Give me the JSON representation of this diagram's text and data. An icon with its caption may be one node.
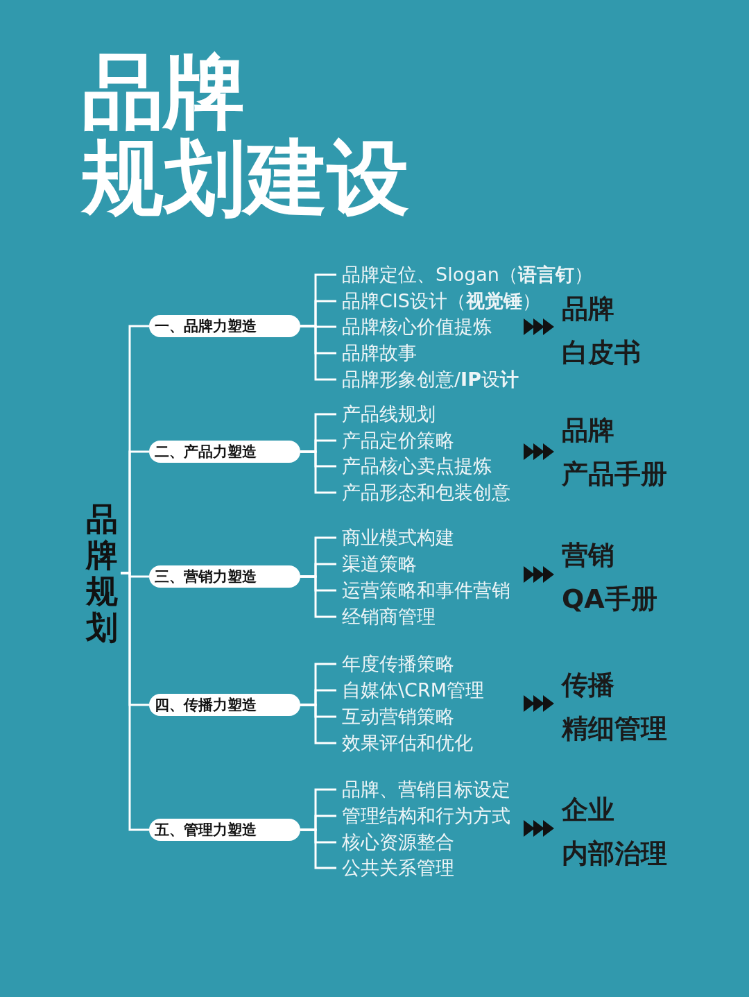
{
  "diagram": {
    "title": "品牌规划建设",
    "nodes": [
      {
        "text": [
          "品牌规划"
        ]
      },
      {
        "text": [
          "一、品牌力塑造"
        ]
      },
      {
        "text": [
          "品牌定位、Slogan（**语言钉**）"
        ]
      },
      {
        "text": [
          "品牌CIS设计（**视觉锤**）"
        ]
      },
      {
        "text": [
          "品牌核心价值提炼"
        ]
      },
      {
        "text": [
          "品牌故事"
        ]
      },
      {
        "text": [
          "品牌形象创意/**IP**设**计**"
        ]
      },
      {
        "text": [
          "品牌白皮书"
        ]
      },
      {
        "text": [
          "二、产品力塑造"
        ]
      },
      {
        "text": [
          "产品线规划"
        ]
      },
      {
        "text": [
          "产品定价策略"
        ]
      },
      {
        "text": [
          "产品核心卖点提炼"
        ]
      },
      {
        "text": [
          "产品形态和包装创意"
        ]
      },
      {
        "text": [
          "品牌产品手册"
        ]
      },
      {
        "text": [
          "三、营销力塑造"
        ]
      },
      {
        "text": [
          "商业模式构建"
        ]
      },
      {
        "text": [
          "渠道策略"
        ]
      },
      {
        "text": [
          "运营策略和事件营销"
        ]
      },
      {
        "text": [
          "经销商管理"
        ]
      },
      {
        "text": [
          "营销QA手册"
        ]
      },
      {
        "text": [
          "四、传播力塑造"
        ]
      },
      {
        "text": [
          "年度传播策略"
        ]
      },
      {
        "text": [
          "自媒体\\CRM管理"
        ]
      },
      {
        "text": [
          "互动营销策略"
        ]
      },
      {
        "text": [
          "效果评估和优化"
        ]
      },
      {
        "text": [
          "传播精细管理"
        ]
      },
      {
        "text": [
          "五、管理力塑造"
        ]
      },
      {
        "text": [
          "品牌、营销目标设定"
        ]
      },
      {
        "text": [
          "管理结构和行为方式"
        ]
      },
      {
        "text": [
          "核心资源整合"
        ]
      },
      {
        "text": [
          "公共关系管理"
        ]
      },
      {
        "text": [
          "企业内部治理"
        ]
      }
    ],
    "edges": [
      {
        "from": 0,
        "to": 1,
        "arrow": "none"
      },
      {
        "from": 0,
        "to": 8,
        "arrow": "none"
      },
      {
        "from": 0,
        "to": 14,
        "arrow": "none"
      },
      {
        "from": 0,
        "to": 20,
        "arrow": "none"
      },
      {
        "from": 0,
        "to": 26,
        "arrow": "none"
      },
      {
        "from": 1,
        "to": 2,
        "arrow": "none"
      },
      {
        "from": 1,
        "to": 3,
        "arrow": "none"
      },
      {
        "from": 1,
        "to": 4,
        "arrow": "none"
      },
      {
        "from": 1,
        "to": 5,
        "arrow": "none"
      },
      {
        "from": 1,
        "to": 6,
        "arrow": "none"
      },
      {
        "from": 8,
        "to": 9,
        "arrow": "none"
      },
      {
        "from": 8,
        "to": 10,
        "arrow": "none"
      },
      {
        "from": 8,
        "to": 11,
        "arrow": "none"
      },
      {
        "from": 8,
        "to": 12,
        "arrow": "none"
      },
      {
        "from": 14,
        "to": 15,
        "arrow": "none"
      },
      {
        "from": 14,
        "to": 16,
        "arrow": "none"
      },
      {
        "from": 14,
        "to": 17,
        "arrow": "none"
      },
      {
        "from": 14,
        "to": 18,
        "arrow": "none"
      },
      {
        "from": 20,
        "to": 21,
        "arrow": "none"
      },
      {
        "from": 20,
        "to": 22,
        "arrow": "none"
      },
      {
        "from": 20,
        "to": 23,
        "arrow": "none"
      },
      {
        "from": 20,
        "to": 24,
        "arrow": "none"
      },
      {
        "from": 26,
        "to": 27,
        "arrow": "none"
      },
      {
        "from": 26,
        "to": 28,
        "arrow": "none"
      },
      {
        "from": 26,
        "to": 29,
        "arrow": "none"
      },
      {
        "from": 26,
        "to": 30,
        "arrow": "none"
      },
      {
        "from": null,
        "to": 7,
        "arrow": "to"
      },
      {
        "from": null,
        "to": 13,
        "arrow": "to"
      },
      {
        "from": null,
        "to": 19,
        "arrow": "to"
      },
      {
        "from": null,
        "to": 25,
        "arrow": "to"
      },
      {
        "from": null,
        "to": 31,
        "arrow": "to"
      }
    ]
  }
}
